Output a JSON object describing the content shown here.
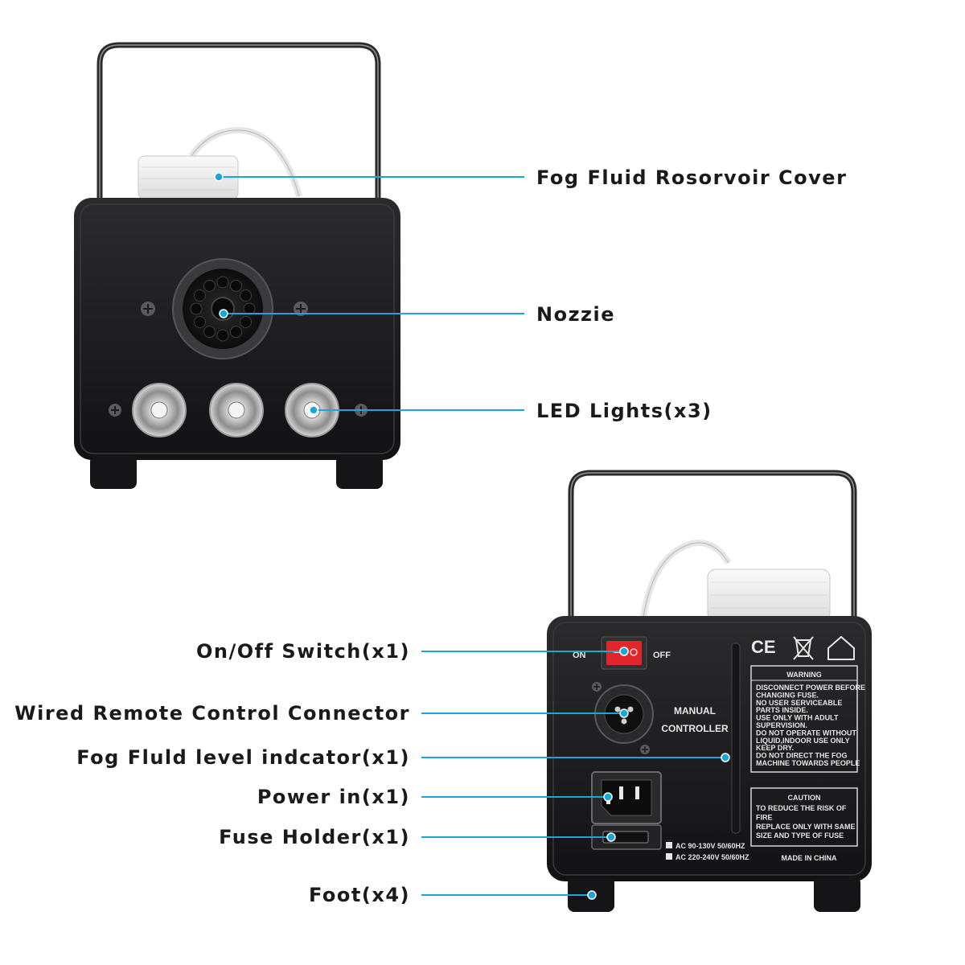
{
  "callouts_front": {
    "reservoir_cover": "Fog Fluid Rosorvoir Cover",
    "nozzle": "Nozzie",
    "led_lights": "LED Lights(x3)"
  },
  "callouts_back": {
    "switch": "On/Off Switch(x1)",
    "remote_connector": "Wired Remote Control Connector",
    "level_indicator": "Fog Fluld level indcator(x1)",
    "power_in": "Power in(x1)",
    "fuse_holder": "Fuse Holder(x1)",
    "foot": "Foot(x4)"
  },
  "back_panel": {
    "switch_on": "ON",
    "switch_off": "OFF",
    "controller_line1": "MANUAL",
    "controller_line2": "CONTROLLER",
    "marks": [
      "CE",
      "WEEE-bin-icon",
      "indoor-house-icon"
    ],
    "warning": {
      "title": "WARNING",
      "lines": [
        "DISCONNECT POWER BEFORE",
        "CHANGING FUSE.",
        "NO USER SERVICEABLE",
        "PARTS INSIDE.",
        "USE ONLY  WITH  ADULT",
        "SUPERVISION.",
        "DO NOT OPERATE WITHOUT",
        "LIQUID,INDOOR  USE ONLY",
        "KEEP DRY.",
        "DO NOT DIRECT THE FOG",
        "MACHINE TOWARDS PEOPLE"
      ]
    },
    "caution": {
      "title": "CAUTION",
      "lines": [
        "TO REDUCE THE RISK OF",
        "FIRE",
        "REPLACE ONLY WITH  SAME",
        "SIZE AND TYPE OF FUSE"
      ]
    },
    "voltage_1": "AC 90-130V 50/60HZ",
    "voltage_2": "AC 220-240V 50/60HZ",
    "origin": "MADE IN CHINA"
  },
  "colors": {
    "leader_line": "#1aa7d6",
    "body": "#1c1c1e",
    "switch_red": "#e0262b",
    "label_text": "#1a1a1a"
  }
}
